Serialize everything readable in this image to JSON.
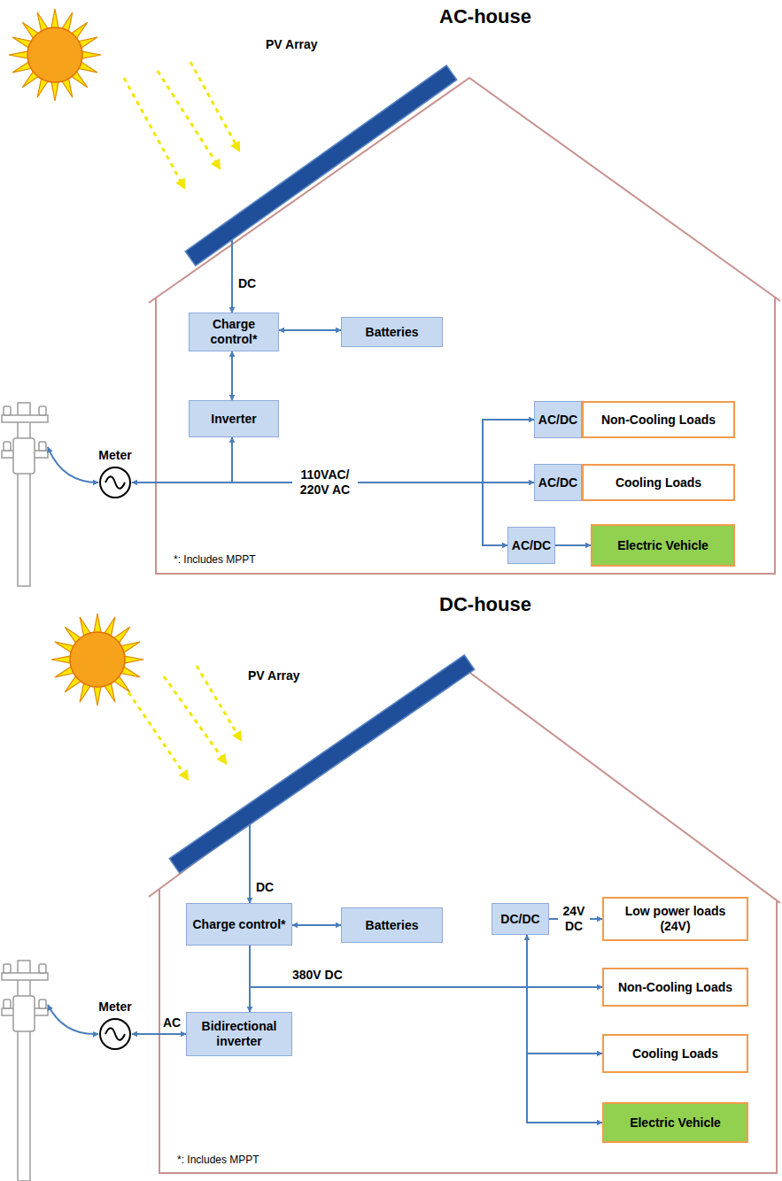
{
  "diagram": {
    "nodes": [
      {
        "text": [
          "PV Array"
        ]
      },
      {
        "text": [
          "Charge control*"
        ]
      },
      {
        "text": [
          "Batteries"
        ]
      },
      {
        "text": [
          "Inverter"
        ]
      },
      {
        "text": [
          "Meter"
        ]
      },
      {
        "text": [
          "AC/DC"
        ]
      },
      {
        "text": [
          "Non-Cooling Loads"
        ]
      },
      {
        "text": [
          "AC/DC"
        ]
      },
      {
        "text": [
          "Cooling Loads"
        ]
      },
      {
        "text": [
          "AC/DC"
        ]
      },
      {
        "text": [
          "Electric Vehicle"
        ]
      },
      {
        "text": [
          "PV Array"
        ]
      },
      {
        "text": [
          "Charge control*"
        ]
      },
      {
        "text": [
          "Batteries"
        ]
      },
      {
        "text": [
          "DC/DC"
        ]
      },
      {
        "text": [
          "Low power loads (24V)"
        ]
      },
      {
        "text": [
          "Non-Cooling Loads"
        ]
      },
      {
        "text": [
          "Meter"
        ]
      },
      {
        "text": [
          "Bidirectional inverter"
        ]
      },
      {
        "text": [
          "Cooling Loads"
        ]
      },
      {
        "text": [
          "Electric Vehicle"
        ]
      }
    ],
    "edges": [
      {
        "from": 0,
        "to": 1,
        "arrow": "to",
        "label": "DC"
      },
      {
        "from": 1,
        "to": 2,
        "arrow": "both"
      },
      {
        "from": 1,
        "to": 3,
        "arrow": "both"
      },
      {
        "from": 3,
        "to": 4,
        "arrow": "both"
      },
      {
        "from": 3,
        "to": 5,
        "arrow": "to"
      },
      {
        "from": 3,
        "to": 7,
        "arrow": "to"
      },
      {
        "from": 3,
        "to": 9,
        "arrow": "to"
      },
      {
        "from": 9,
        "to": 10,
        "arrow": "to"
      },
      {
        "from": 11,
        "to": 12,
        "arrow": "to",
        "label": "DC"
      },
      {
        "from": 12,
        "to": 13,
        "arrow": "both"
      },
      {
        "from": 12,
        "to": 18,
        "arrow": "to"
      },
      {
        "from": 18,
        "to": 17,
        "arrow": "both",
        "label": "AC"
      },
      {
        "from": 12,
        "to": 14,
        "arrow": "to"
      },
      {
        "from": 12,
        "to": 16,
        "arrow": "to"
      },
      {
        "from": 12,
        "to": 19,
        "arrow": "to"
      },
      {
        "from": 12,
        "to": 20,
        "arrow": "to"
      },
      {
        "from": 14,
        "to": 15,
        "arrow": "to",
        "label": "24V DC"
      }
    ],
    "labels": [
      "AC-house",
      "110VAC/ 220V AC",
      "*: Includes MPPT",
      "DC-house",
      "380V DC",
      "*: Includes MPPT"
    ]
  }
}
